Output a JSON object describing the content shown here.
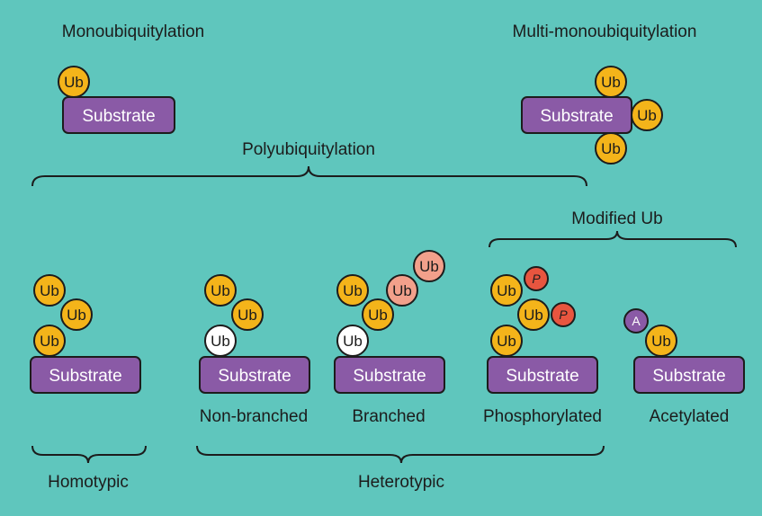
{
  "colors": {
    "background": "#5fc6bd",
    "substrate": "#8a5aa6",
    "ub": "#f4b41a",
    "ub_branch": "#f2a08b",
    "ub_unmodified": "#ffffff",
    "phospho": "#e8553f",
    "acetyl": "#8a5aa6",
    "outline": "#1c1c1c"
  },
  "labels": {
    "mono": "Monoubiquitylation",
    "multi": "Multi-monoubiquitylation",
    "poly": "Polyubiquitylation",
    "modified": "Modified Ub",
    "nonbranched": "Non-branched",
    "branched": "Branched",
    "phosphorylated": "Phosphorylated",
    "acetylated": "Acetylated",
    "homotypic": "Homotypic",
    "heterotypic": "Heterotypic"
  },
  "glyphs": {
    "substrate": "Substrate",
    "ub": "Ub",
    "phospho": "P",
    "acetyl": "A"
  }
}
